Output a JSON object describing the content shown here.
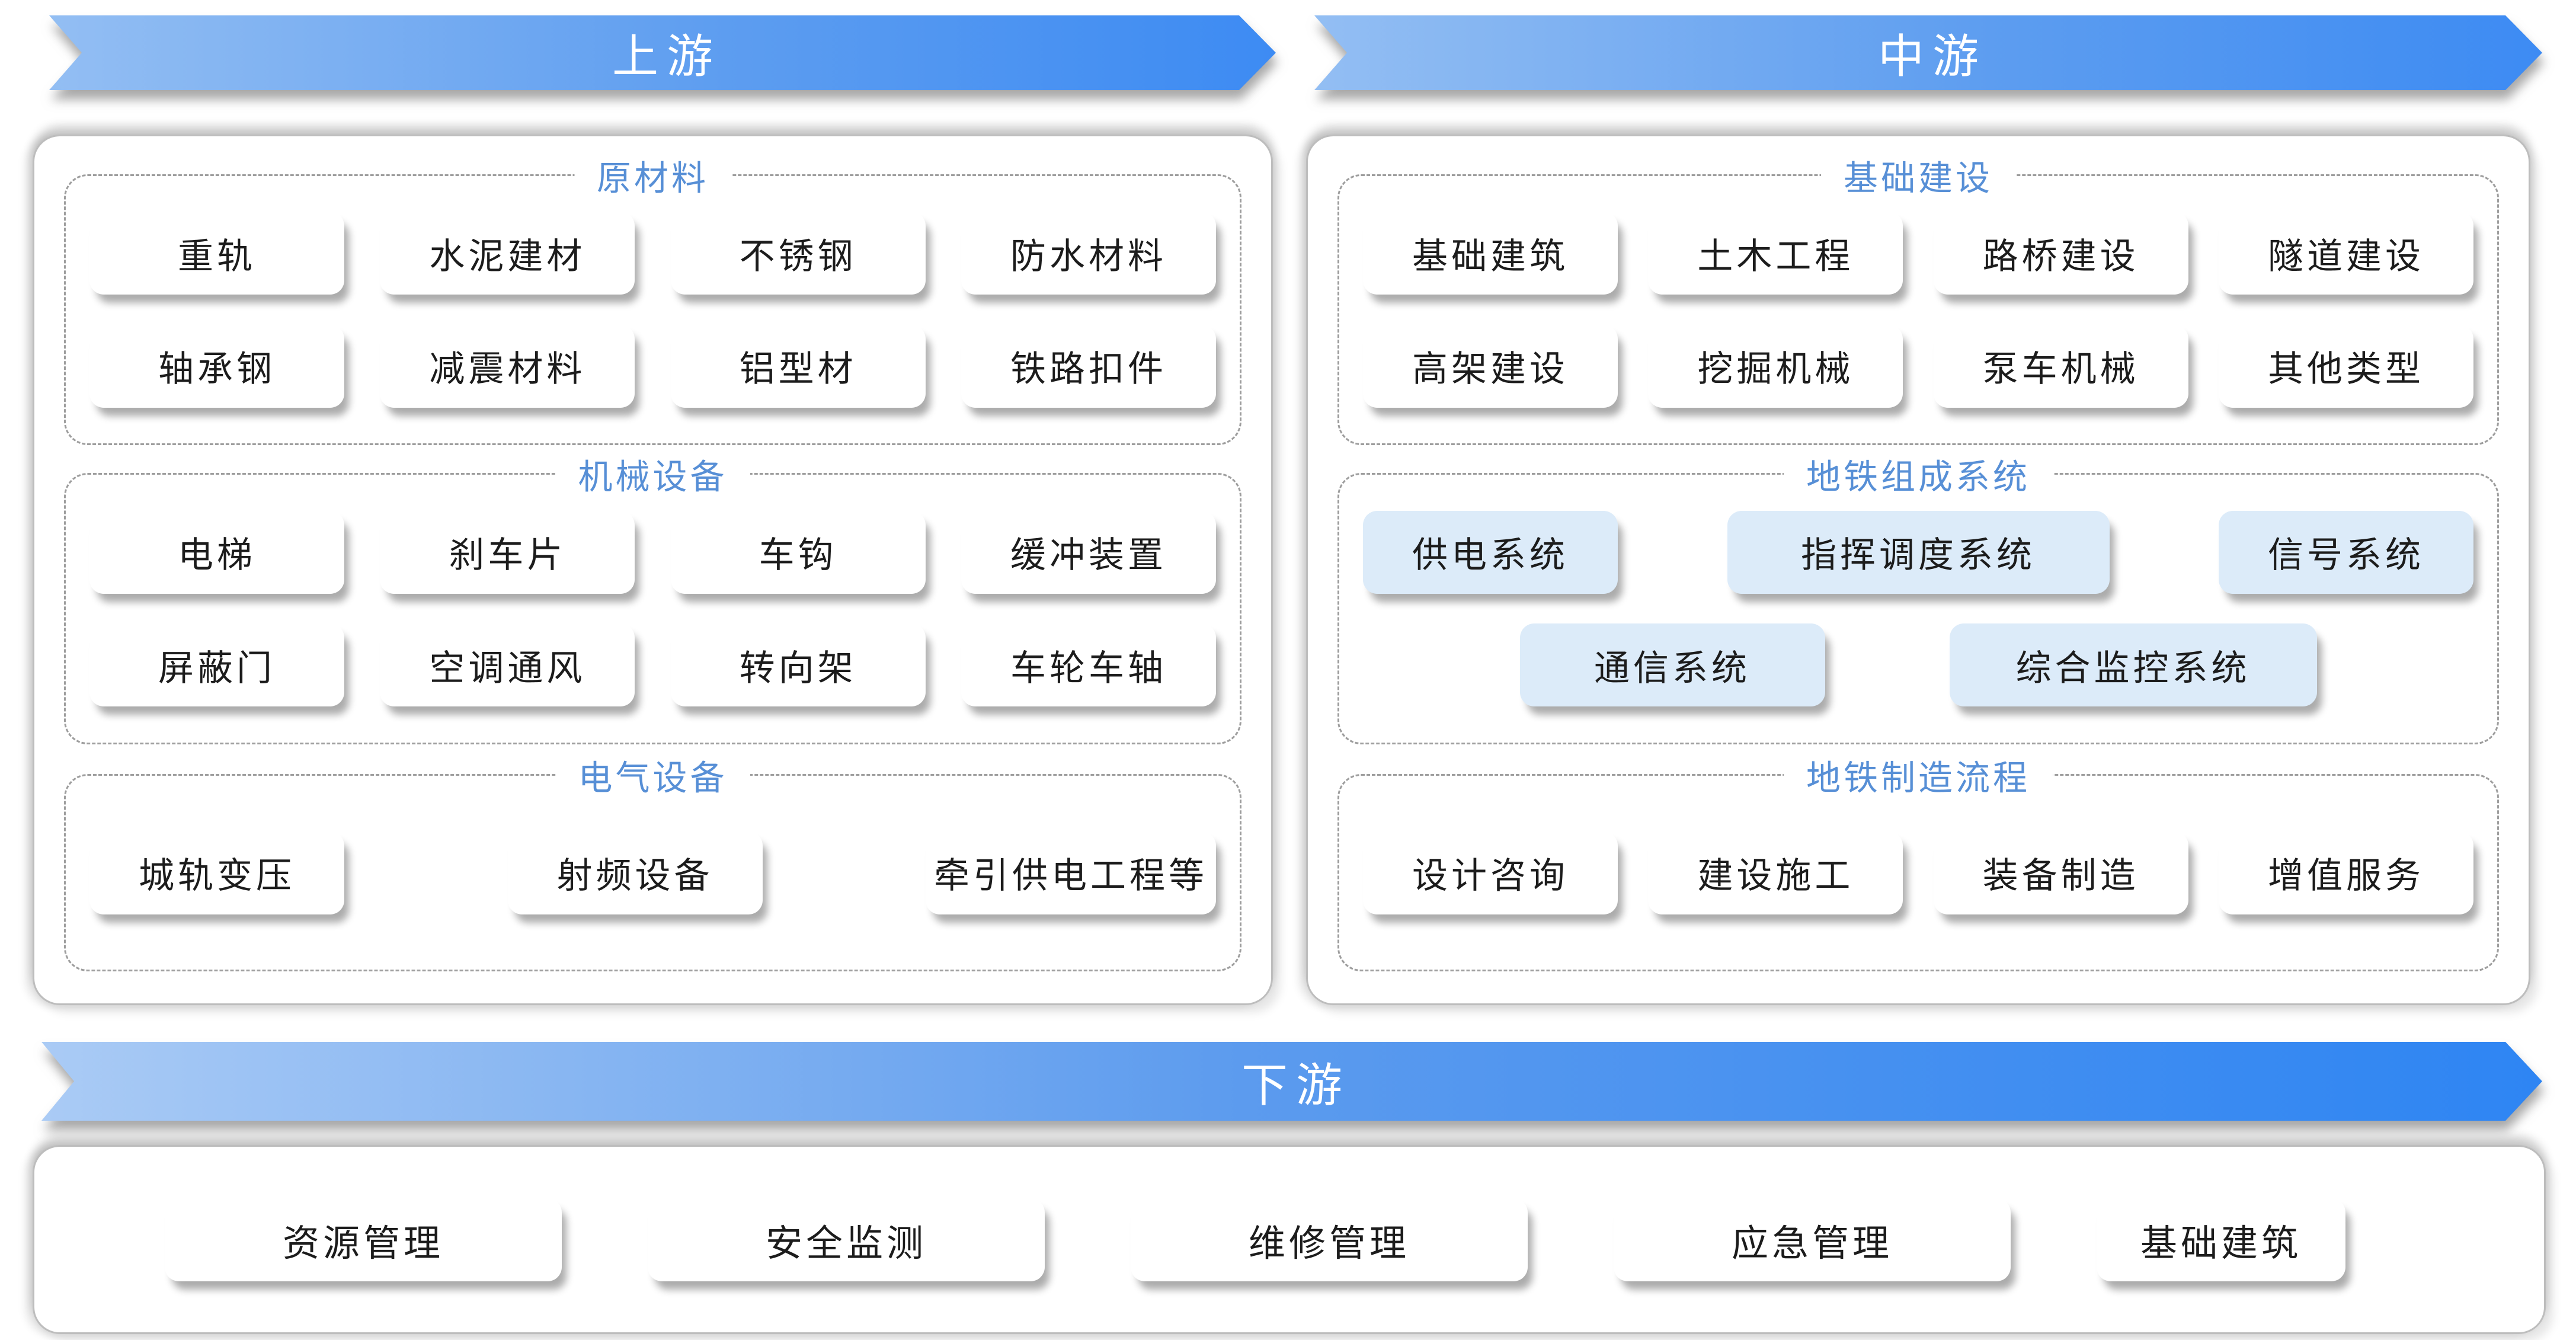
{
  "banners": {
    "upstream": "上游",
    "midstream": "中游",
    "downstream": "下游"
  },
  "colors": {
    "banner_gradient_start": "#93bef3",
    "banner_gradient_end": "#3d8bf3",
    "downstream_gradient_start": "#aacbf5",
    "downstream_gradient_end": "#2e85f3",
    "section_title_color": "#578fd6",
    "card_background": "#ffffff",
    "highlight_card_background": "#dcebf9",
    "card_text_color": "#1c1c1c"
  },
  "panels": {
    "upstream": {
      "sections": [
        {
          "title": "原材料",
          "items": [
            "重轨",
            "水泥建材",
            "不锈钢",
            "防水材料",
            "轴承钢",
            "减震材料",
            "铝型材",
            "铁路扣件"
          ]
        },
        {
          "title": "机械设备",
          "items": [
            "电梯",
            "刹车片",
            "车钩",
            "缓冲装置",
            "屏蔽门",
            "空调通风",
            "转向架",
            "车轮车轴"
          ]
        },
        {
          "title": "电气设备",
          "items": [
            "城轨变压",
            "射频设备",
            "牵引供电工程等"
          ]
        }
      ]
    },
    "midstream": {
      "sections": [
        {
          "title": "基础建设",
          "items": [
            "基础建筑",
            "土木工程",
            "路桥建设",
            "隧道建设",
            "高架建设",
            "挖掘机械",
            "泵车机械",
            "其他类型"
          ]
        },
        {
          "title": "地铁组成系统",
          "highlight": true,
          "items": [
            "供电系统",
            "指挥调度系统",
            "信号系统",
            "通信系统",
            "综合监控系统"
          ]
        },
        {
          "title": "地铁制造流程",
          "items": [
            "设计咨询",
            "建设施工",
            "装备制造",
            "增值服务"
          ]
        }
      ]
    },
    "downstream": {
      "items": [
        "资源管理",
        "安全监测",
        "维修管理",
        "应急管理",
        "基础建筑"
      ]
    }
  }
}
